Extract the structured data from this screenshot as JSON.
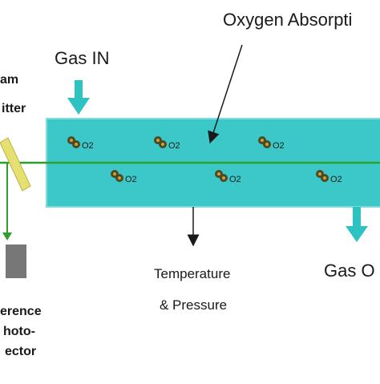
{
  "labels": {
    "title": "Oxygen Absorpti",
    "gas_in": "Gas IN",
    "gas_out": "Gas O",
    "beam_line1": "am",
    "beam_line2": "itter",
    "temp_line1": "Temperature",
    "temp_line2": "& Pressure",
    "ref_line1": "erence",
    "ref_line2": "hoto-",
    "ref_line3": "ector"
  },
  "molecules": [
    {
      "label": "O2"
    },
    {
      "label": "O2"
    },
    {
      "label": "O2"
    },
    {
      "label": "O2"
    },
    {
      "label": "O2"
    },
    {
      "label": "O2"
    }
  ],
  "colors": {
    "cell": "#3cc8c8",
    "cell_edge": "#7fdcdc",
    "arrow_teal": "#2fc2c2",
    "laser": "#2e9e2e",
    "splitter": "#e6e070",
    "detector": "#777777",
    "molecule_dark": "#4a4a2a",
    "molecule_dot": "#d8a020"
  }
}
